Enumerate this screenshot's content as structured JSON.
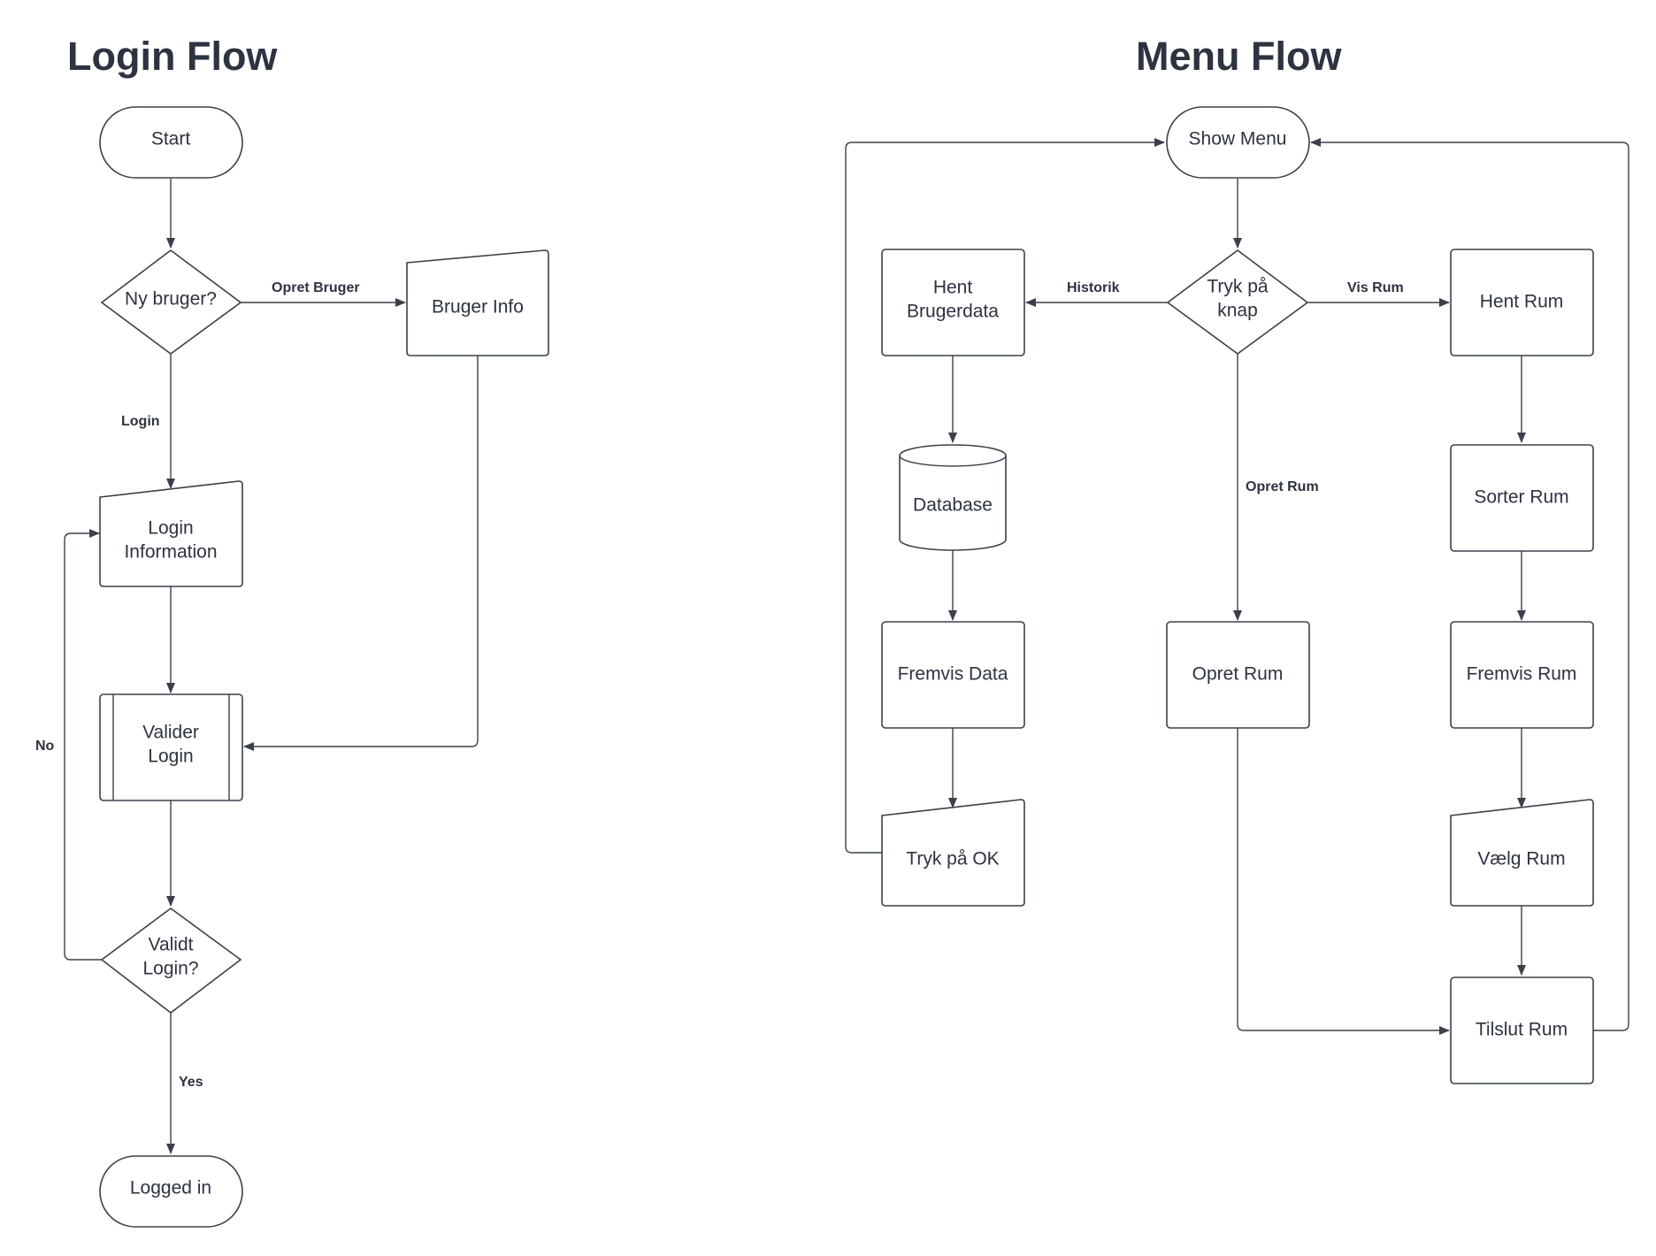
{
  "titles": {
    "login": "Login Flow",
    "menu": "Menu Flow"
  },
  "login_flow": {
    "start": "Start",
    "ny_bruger": "Ny bruger?",
    "bruger_info": "Bruger Info",
    "login_information": [
      "Login",
      "Information"
    ],
    "valider_login": [
      "Valider",
      "Login"
    ],
    "validt_login": [
      "Validt",
      "Login?"
    ],
    "logged_in": "Logged in",
    "labels": {
      "opret_bruger": "Opret  Bruger",
      "login": "Login",
      "no": "No",
      "yes": "Yes"
    }
  },
  "menu_flow": {
    "show_menu": "Show Menu",
    "tryk_paa_knap": [
      "Tryk på",
      "knap"
    ],
    "hent_brugerdata": [
      "Hent",
      "Brugerdata"
    ],
    "database": "Database",
    "fremvis_data": "Fremvis Data",
    "tryk_paa_ok": "Tryk på OK",
    "hent_rum": "Hent Rum",
    "sorter_rum": "Sorter Rum",
    "fremvis_rum": "Fremvis Rum",
    "vaelg_rum": "Vælg Rum",
    "tilslut_rum": "Tilslut Rum",
    "opret_rum": "Opret Rum",
    "labels": {
      "historik": "Historik",
      "vis_rum": "Vis Rum",
      "opret_rum": "Opret Rum"
    }
  },
  "colors": {
    "stroke": "#3b404b",
    "text": "#2d3340",
    "background": "#ffffff"
  }
}
